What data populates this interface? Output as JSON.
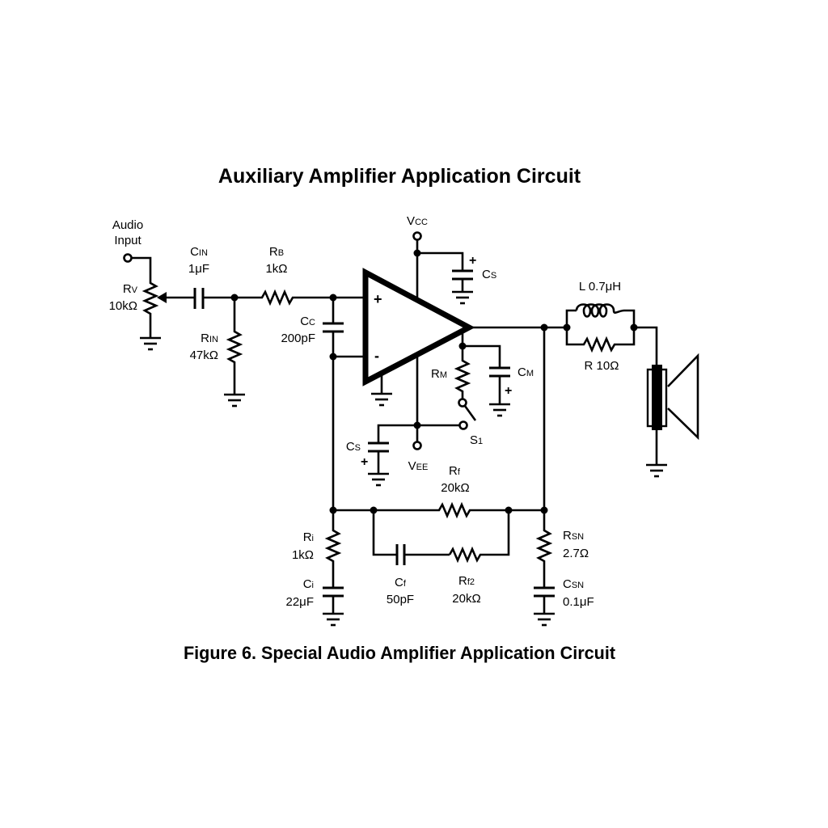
{
  "title": "Auxiliary Amplifier Application Circuit",
  "caption": "Figure 6.  Special Audio Amplifier Application Circuit",
  "terminals": {
    "audio_input": [
      "Audio",
      "Input"
    ],
    "vcc": {
      "main": "V",
      "sub": "CC"
    },
    "vee": {
      "main": "V",
      "sub": "EE"
    }
  },
  "opamp": {
    "plus": "+",
    "minus": "-"
  },
  "components": {
    "rv": {
      "name": "R",
      "sub": "V",
      "value": "10kΩ"
    },
    "cin": {
      "name": "C",
      "sub": "IN",
      "value": "1μF"
    },
    "rin": {
      "name": "R",
      "sub": "IN",
      "value": "47kΩ"
    },
    "rb": {
      "name": "R",
      "sub": "B",
      "value": "1kΩ"
    },
    "cc": {
      "name": "C",
      "sub": "C",
      "value": "200pF"
    },
    "cs_top": {
      "name": "C",
      "sub": "S",
      "polarity": "+"
    },
    "cs_bottom": {
      "name": "C",
      "sub": "S",
      "polarity": "+"
    },
    "rm": {
      "name": "R",
      "sub": "M"
    },
    "cm": {
      "name": "C",
      "sub": "M",
      "polarity": "+"
    },
    "s1": {
      "name": "S",
      "sub": "1"
    },
    "l": {
      "label": "L 0.7μH"
    },
    "r": {
      "label": "R 10Ω"
    },
    "rf": {
      "name": "R",
      "sub": "f",
      "value": "20kΩ"
    },
    "cf": {
      "name": "C",
      "sub": "f",
      "value": "50pF"
    },
    "rf2": {
      "name": "R",
      "sub": "f2",
      "value": "20kΩ"
    },
    "ri": {
      "name": "R",
      "sub": "i",
      "value": "1kΩ"
    },
    "ci": {
      "name": "C",
      "sub": "i",
      "value": "22μF"
    },
    "rsn": {
      "name": "R",
      "sub": "SN",
      "value": "2.7Ω"
    },
    "csn": {
      "name": "C",
      "sub": "SN",
      "value": "0.1μF"
    }
  },
  "symbols": {
    "ground_mark": "-",
    "plus": "+"
  }
}
